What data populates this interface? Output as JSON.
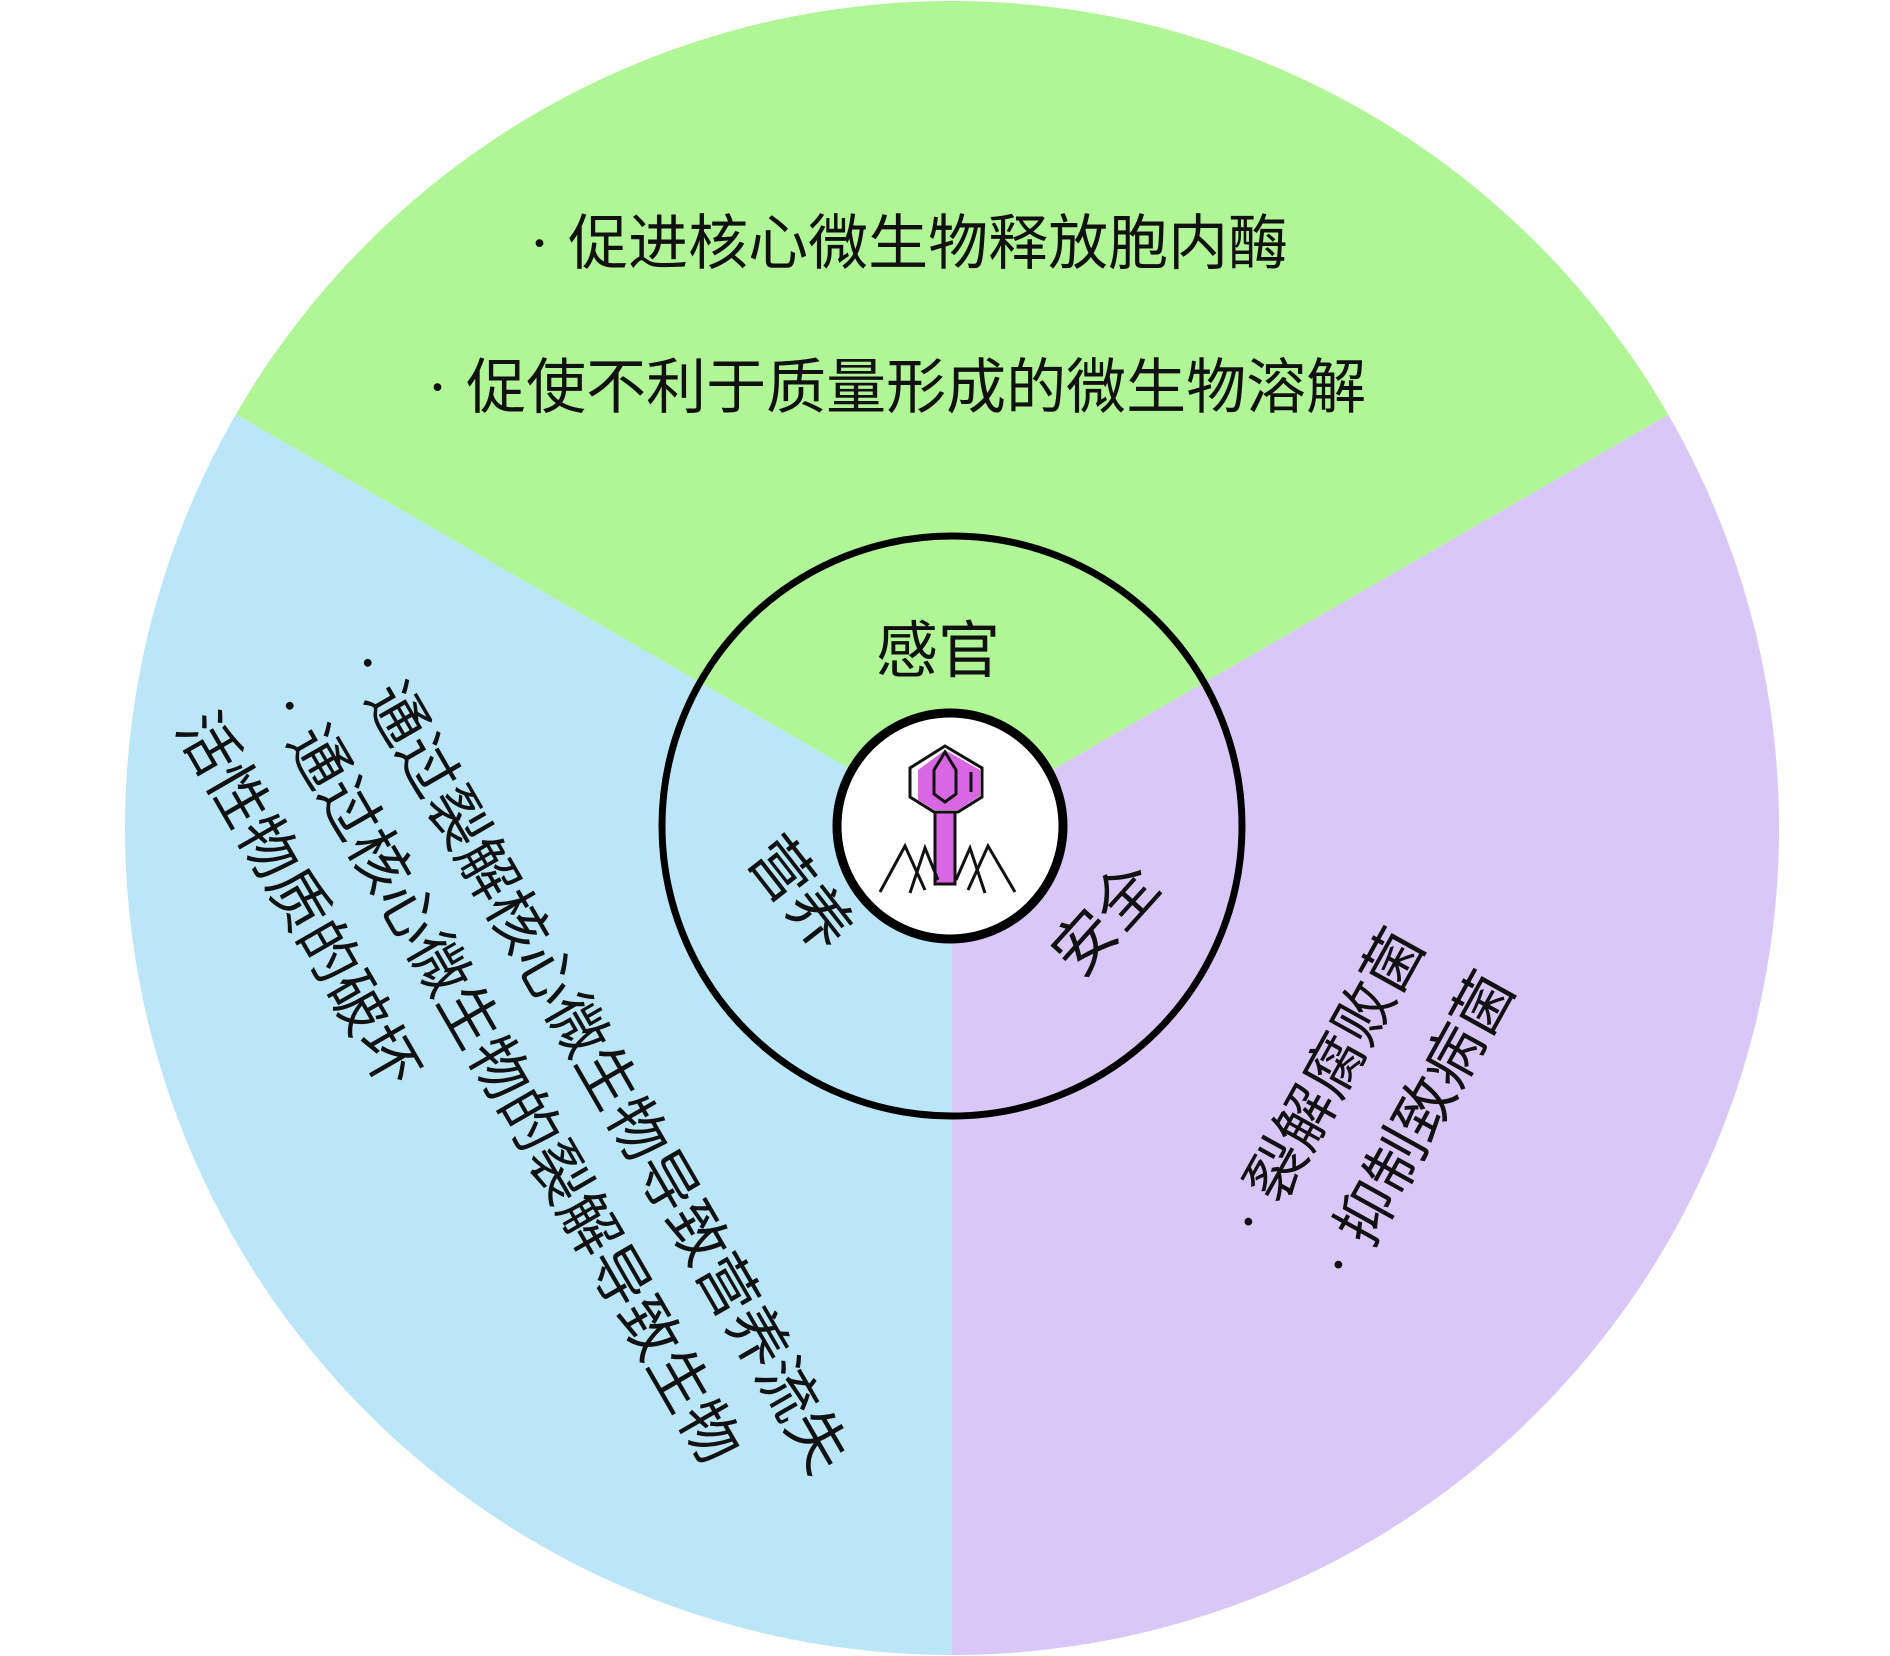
{
  "colors": {
    "sensory": "#b0f596",
    "nutrition": "#bae6f7",
    "safety": "#d9c8f7",
    "phage_accent": "#d966e3"
  },
  "center_icon": "bacteriophage-icon",
  "sectors": {
    "sensory": {
      "label": "感官",
      "bullets": [
        "· 促进核心微生物释放胞内酶",
        "· 促使不利于质量形成的微生物溶解"
      ]
    },
    "nutrition": {
      "label": "营养",
      "bullets": [
        "· 通过裂解核心微生物导致营养流失",
        "· 通过核心微生物的裂解导致生物",
        "活性物质的破坏"
      ]
    },
    "safety": {
      "label": "安全",
      "bullets": [
        "· 裂解腐败菌",
        "· 抑制致病菌"
      ]
    }
  }
}
